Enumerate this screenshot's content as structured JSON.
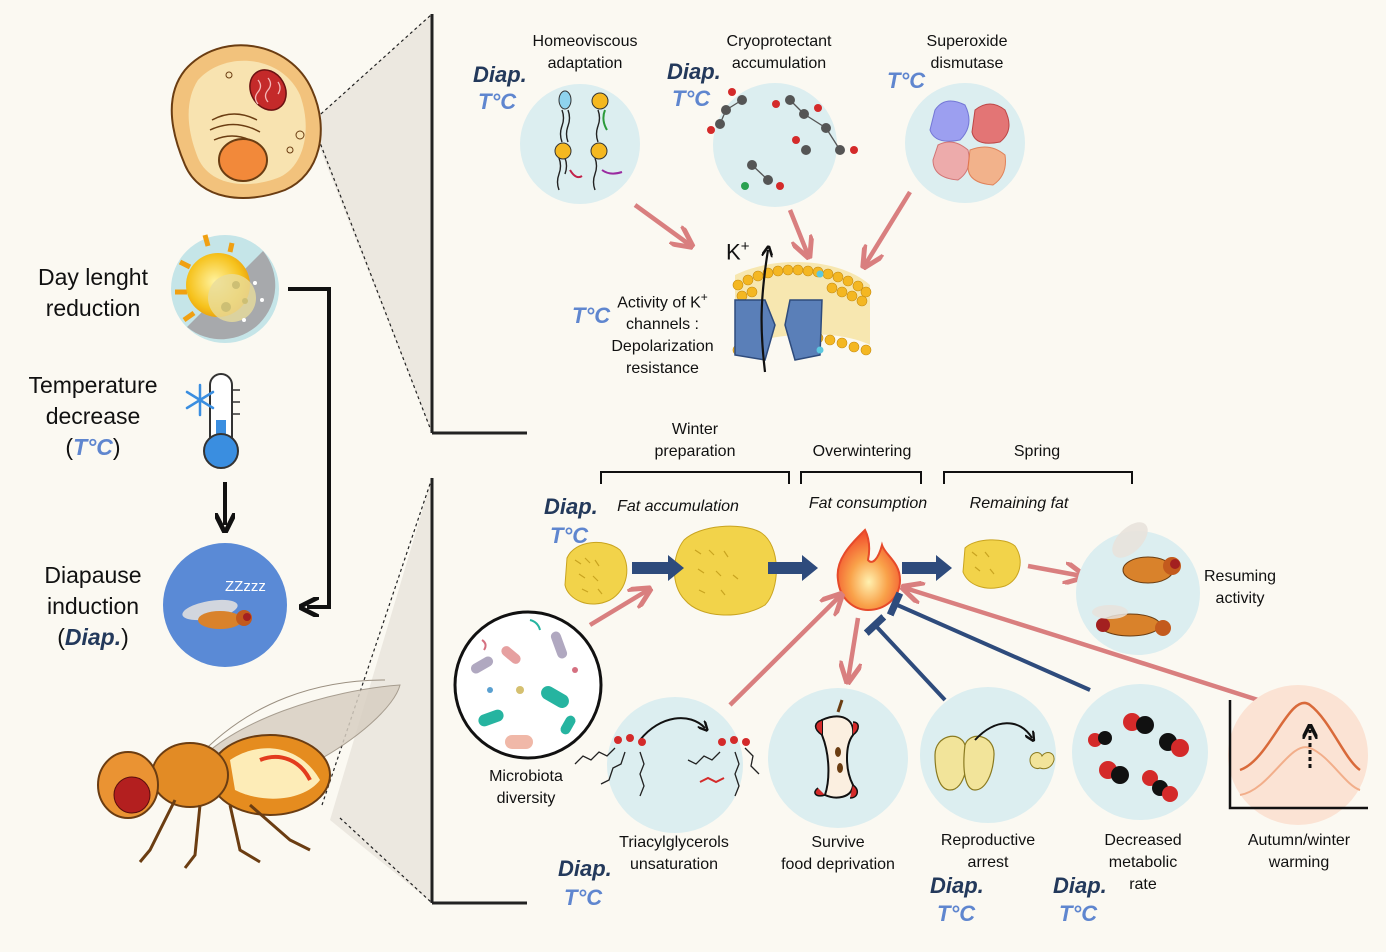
{
  "left_panel": {
    "day_length": {
      "line1": "Day lenght",
      "line2": "reduction"
    },
    "temperature": {
      "line1": "Temperature",
      "line2": "decrease",
      "open": "(",
      "abbr": "T°C",
      "close": ")"
    },
    "diapause": {
      "line1": "Diapause",
      "line2": "induction",
      "open": "(",
      "abbr": "Diap.",
      "close": ")"
    },
    "sleep_text": "ZZzzz"
  },
  "cellular_panel": {
    "homeoviscous": {
      "line1": "Homeoviscous",
      "line2": "adaptation"
    },
    "cryoprotectant": {
      "line1": "Cryoprotectant",
      "line2": "accumulation"
    },
    "superoxide": {
      "line1": "Superoxide",
      "line2": "dismutase"
    },
    "k_ion": "K",
    "k_sup": "+",
    "k_channels": {
      "line1": "Activity of K",
      "sup": "+",
      "line2": "channels :",
      "line3": "Depolarization",
      "line4": "resistance"
    }
  },
  "metabolic_panel": {
    "winter_preparation": {
      "line1": "Winter",
      "line2": "preparation"
    },
    "overwintering": "Overwintering",
    "spring": "Spring",
    "fat_accumulation": "Fat accumulation",
    "fat_consumption": "Fat consumption",
    "remaining_fat": "Remaining fat",
    "resuming_activity": {
      "line1": "Resuming",
      "line2": "activity"
    },
    "microbiota": {
      "line1": "Microbiota",
      "line2": "diversity"
    },
    "triacylglycerols": {
      "line1": "Triacylglycerols",
      "line2": "unsaturation"
    },
    "survive": {
      "line1": "Survive",
      "line2": "food deprivation"
    },
    "reproductive": {
      "line1": "Reproductive",
      "line2": "arrest"
    },
    "metabolic_rate": {
      "line1": "Decreased",
      "line2": "metabolic",
      "line3": "rate"
    },
    "warming": {
      "line1": "Autumn/winter",
      "line2": "warming"
    }
  },
  "tags": {
    "diap": "Diap.",
    "tc": "T°C"
  },
  "colors": {
    "background": "#fbf9f2",
    "circle_fill": "#dceef0",
    "red_arrow": "#d97f7f",
    "blue_arrow": "#2e4b7c",
    "diap_label": "#23395b",
    "tc_label": "#5f86cf",
    "fat_yellow": "#f2d34a",
    "flame": "#f4623a"
  }
}
